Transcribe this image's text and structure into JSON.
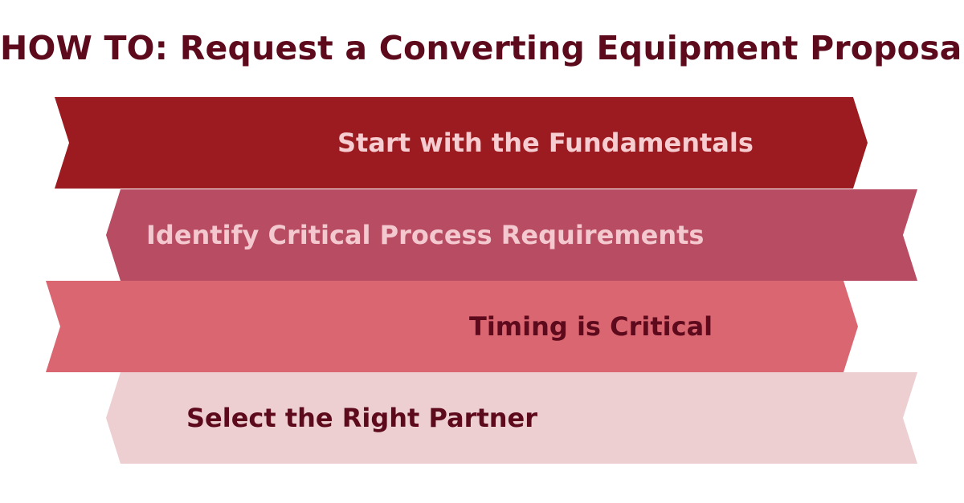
{
  "title": "HOW TO: Request a Converting Equipment Proposal",
  "colors": {
    "title": "#5c0a1c",
    "ribbon_1": "#9b1b20",
    "ribbon_2": "#b84c63",
    "ribbon_3": "#da6671",
    "ribbon_4": "#edcfd1"
  },
  "steps": [
    {
      "label": "Start with the Fundamentals",
      "text_color": "#f6cdd0"
    },
    {
      "label": "Identify Critical Process Requirements",
      "text_color": "#f3c9cf"
    },
    {
      "label": "Timing is Critical",
      "text_color": "#5c0a1c"
    },
    {
      "label": "Select the Right Partner",
      "text_color": "#5c0a1c"
    }
  ]
}
